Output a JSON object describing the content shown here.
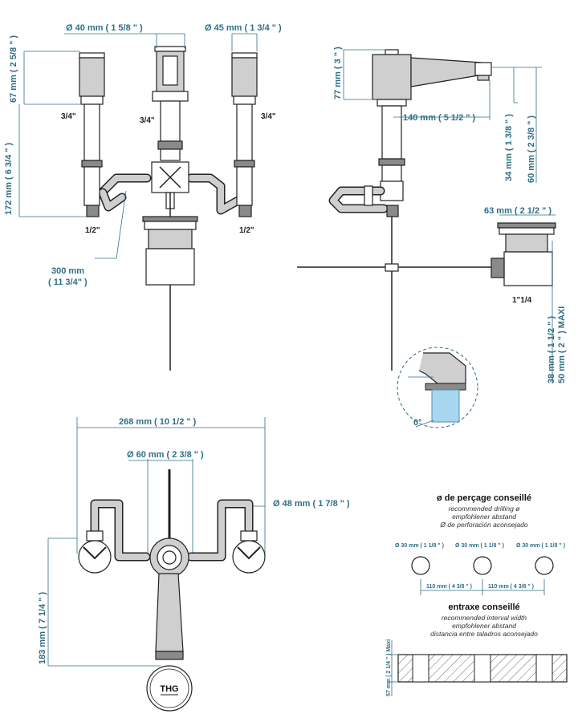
{
  "front": {
    "dim_spout_dia": "Ø  40 mm  ( 1 5/8 \" )",
    "dim_handle_dia": "Ø  45 mm  ( 1 3/4 \" )",
    "dim_handle_h": "67 mm  ( 2 5/8 \" )",
    "dim_body_h": "172 mm  ( 6 3/4 \" )",
    "thread_left": "3/4\"",
    "thread_center": "3/4\"",
    "thread_right": "3/4\"",
    "inlet_left": "1/2\"",
    "inlet_right": "1/2\"",
    "dim_hose": "300 mm",
    "dim_hose_in": "( 11 3/4\" )"
  },
  "side": {
    "dim_height": "77 mm  ( 3 \" )",
    "dim_reach": "140 mm  ( 5 1/2 \" )",
    "dim_34": "34 mm  ( 1 3/8 \" )",
    "dim_60": "60 mm  ( 2 3/8 \" )",
    "dim_drain": "63 mm  ( 2 1/2 \" )",
    "drain_thread": "1\"1/4",
    "dim_thick_a": "38 mm  ( 1 1/2 \" )",
    "dim_thick_b": "50 mm  ( 2 \" ) MAXI",
    "angle": "0°"
  },
  "top": {
    "dim_width": "268 mm  ( 10 1/2 \" )",
    "dim_spout": "Ø  60 mm  ( 2 3/8 \" )",
    "dim_valve": "Ø  48 mm  ( 1 7/8 \" )",
    "dim_depth": "183 mm  ( 7 1/4 \" )",
    "logo": "THG"
  },
  "drilling": {
    "title": "ø de perçage conseillé",
    "line_en": "recommended drilling ø",
    "line_de": "empfohlener abstand",
    "line_es": "Ø de perforación aconsejado",
    "hole_label": "Ø  30 mm  ( 1 1/8 \" )",
    "spacing_label": "110 mm  ( 4 3/8 \" )"
  },
  "interval": {
    "title": "entraxe conseillé",
    "line_en": "recommended interval width",
    "line_de": "empfohlener abstand",
    "line_es": "distancia entre taladros aconsejado",
    "dim_max": "57 mm  ( 2 1/4 \" )  Maxi"
  }
}
